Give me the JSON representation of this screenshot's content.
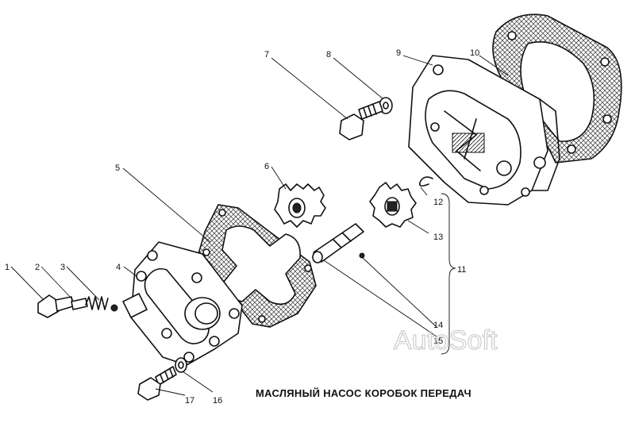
{
  "title": "МАСЛЯНЫЙ НАСОС КОРОБОК ПЕРЕДАЧ",
  "watermark": "AutoSoft",
  "callouts": {
    "c1": "1",
    "c2": "2",
    "c3": "3",
    "c4": "4",
    "c5": "5",
    "c6": "6",
    "c7": "7",
    "c8": "8",
    "c9": "9",
    "c10": "10",
    "c11": "11",
    "c12": "12",
    "c13": "13",
    "c14": "14",
    "c15": "15",
    "c16": "16",
    "c17": "17"
  },
  "colors": {
    "ink": "#111111",
    "paper": "#ffffff",
    "watermark": "#c8c8c8"
  }
}
